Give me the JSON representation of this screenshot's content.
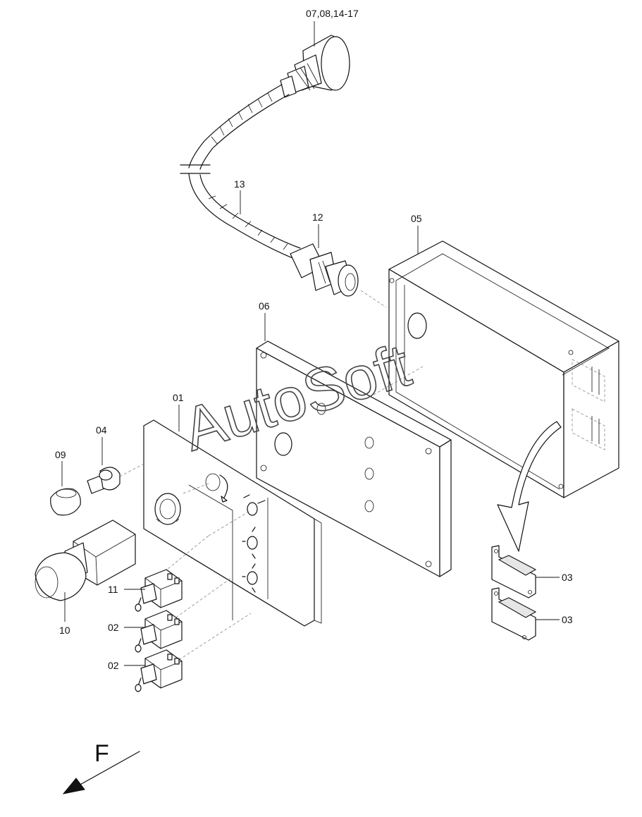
{
  "labels": {
    "p0708": "07,08,14-17",
    "p13": "13",
    "p12": "12",
    "p05": "05",
    "p06": "06",
    "p01": "01",
    "p04": "04",
    "p09": "09",
    "p10": "10",
    "p11": "11",
    "p02a": "02",
    "p02b": "02",
    "p03a": "03",
    "p03b": "03"
  },
  "watermark": "AutoSoft",
  "direction_label": "F"
}
